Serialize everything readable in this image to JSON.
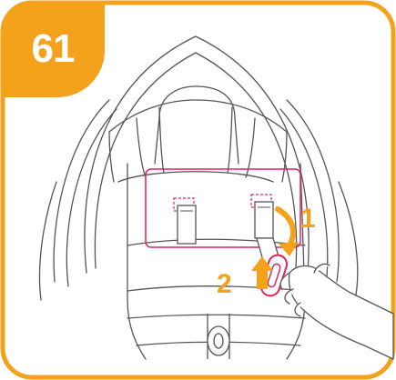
{
  "step": {
    "number": "61"
  },
  "annotations": [
    {
      "label": "1"
    },
    {
      "label": "2"
    }
  ],
  "colors": {
    "accent": "#F4A11C",
    "buckle_outline": "#E0245E",
    "line_art": "#555555",
    "background": "#FFFFFF"
  },
  "icons": {
    "arrow_1": "curved-arrow-down",
    "arrow_2": "arrow-up",
    "hand": "hand-icon"
  }
}
